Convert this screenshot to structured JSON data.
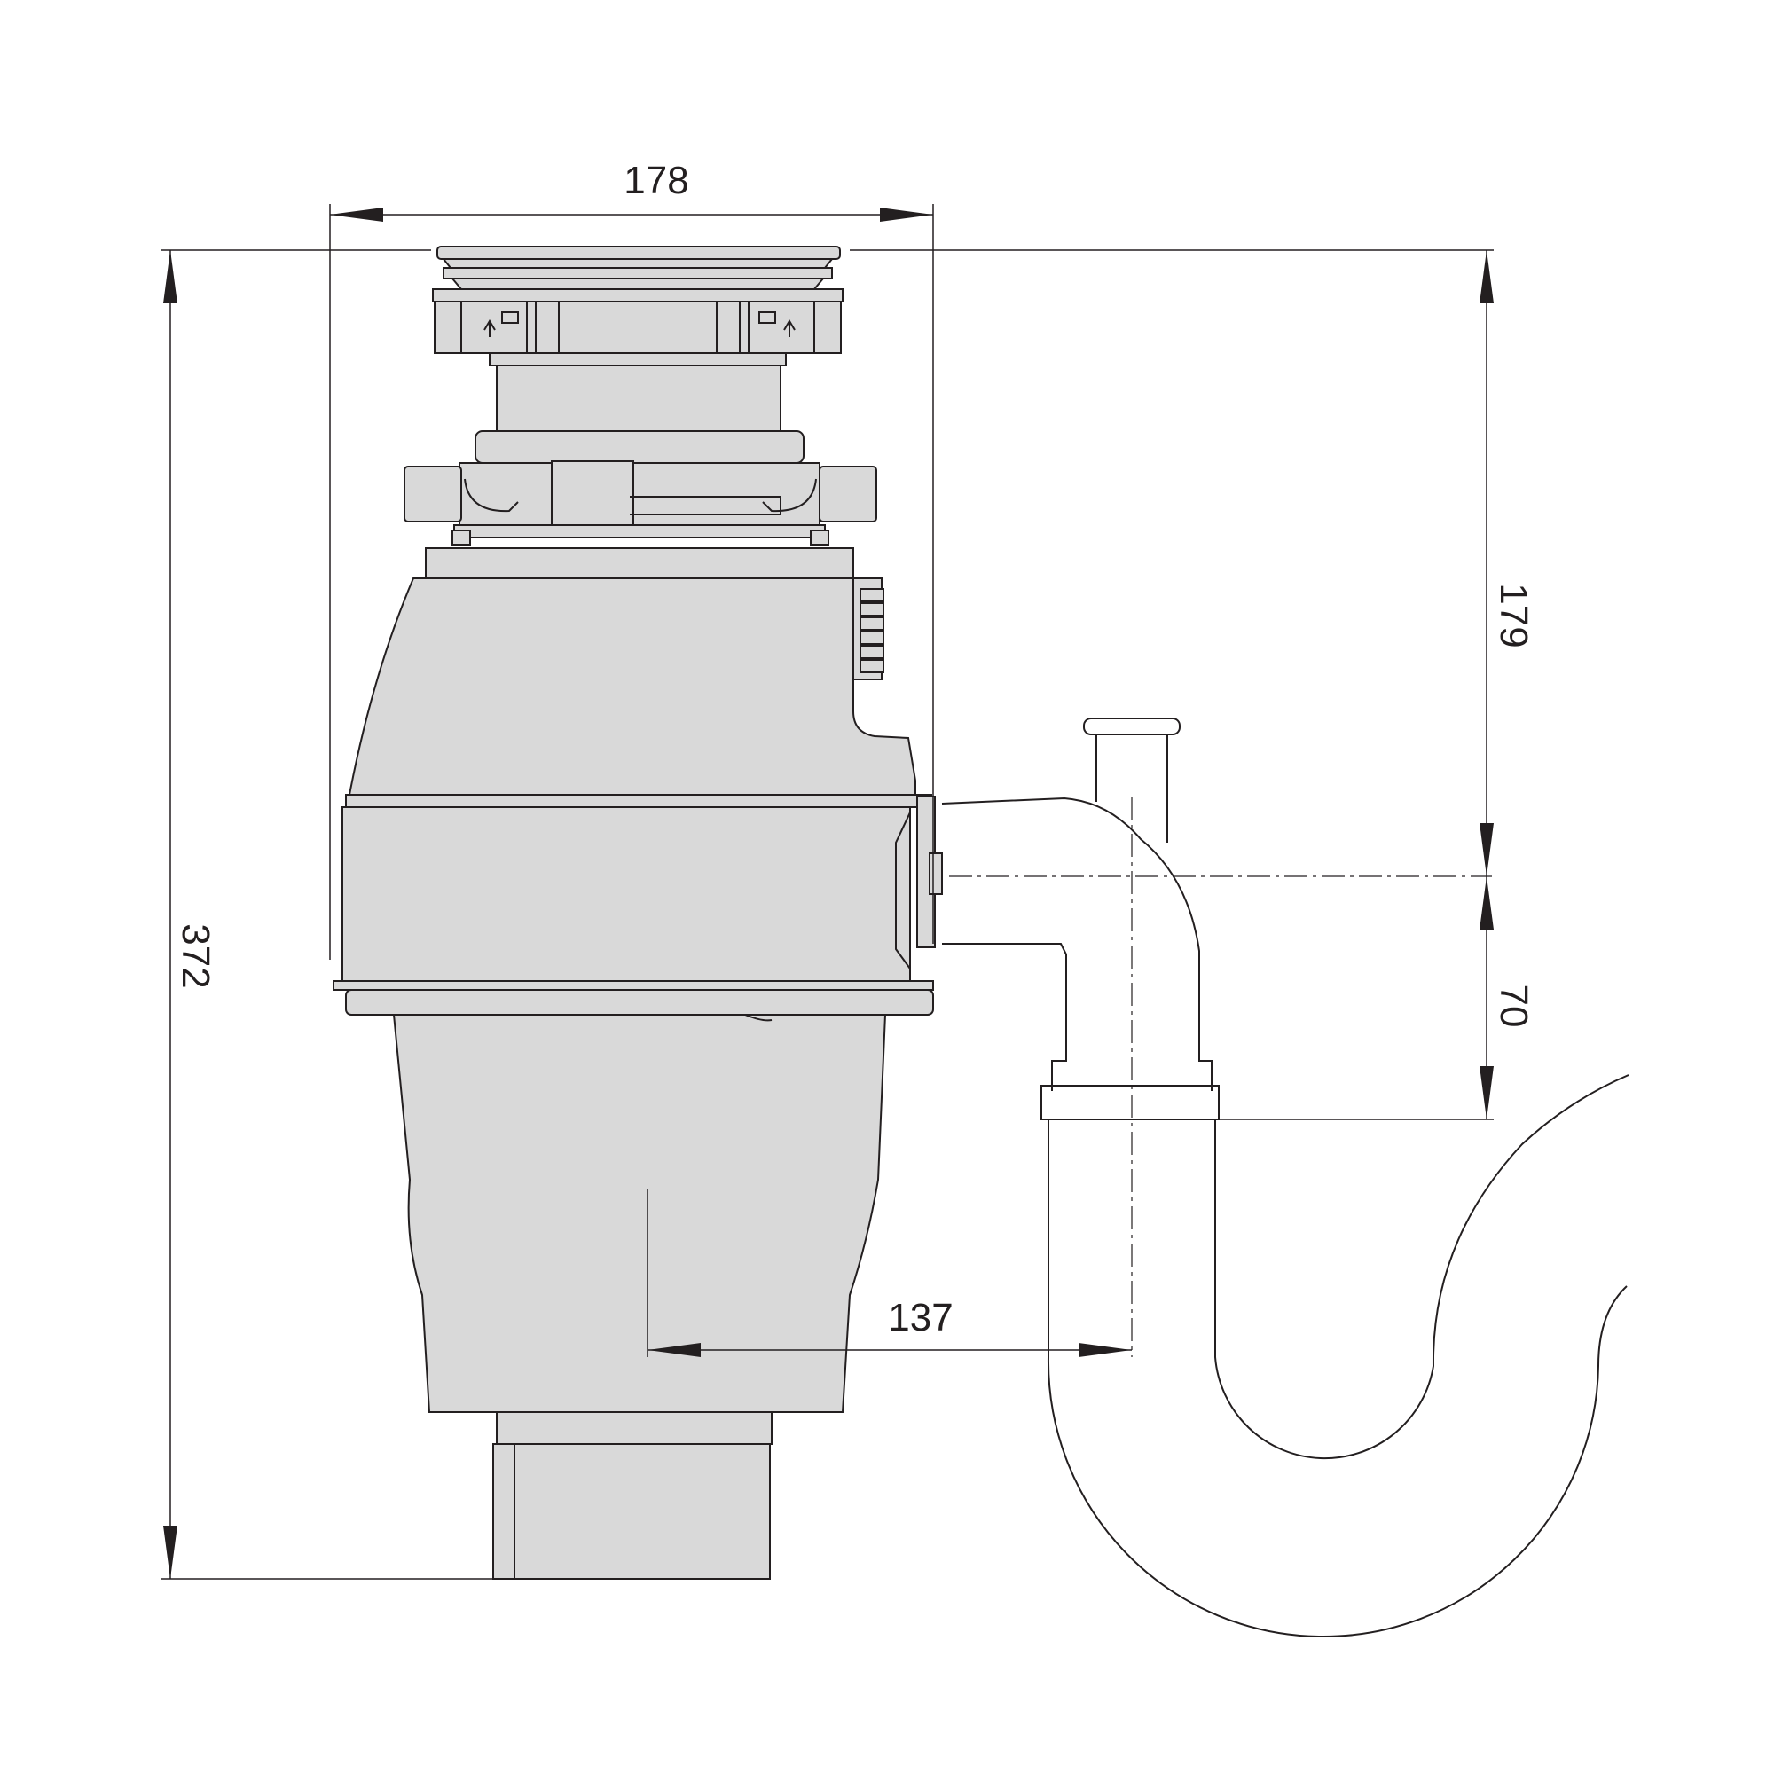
{
  "diagram": {
    "colors": {
      "ink": "#231f20",
      "body_fill": "#d9d9d9",
      "background": "#ffffff"
    },
    "dimensions": {
      "width_top": "178",
      "total_height": "372",
      "inlet_height": "179",
      "trap_drop": "70",
      "outlet_offset": "137"
    }
  }
}
